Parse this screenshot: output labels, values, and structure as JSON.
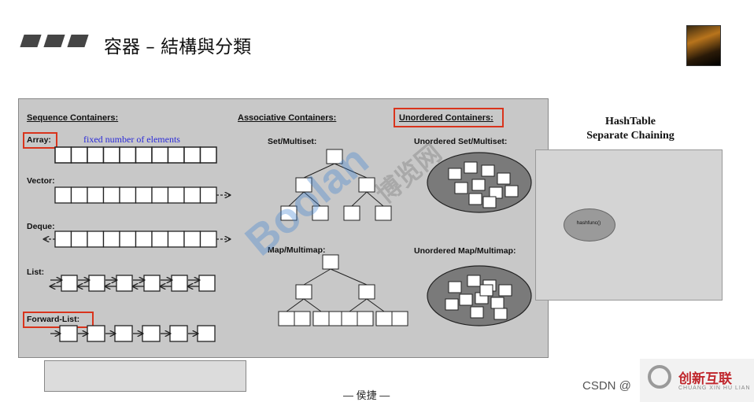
{
  "header": {
    "title": "容器 – 結構與分類"
  },
  "panel": {
    "sequence_heading": "Sequence Containers:",
    "associative_heading": "Associative Containers:",
    "unordered_heading": "Unordered Containers:",
    "array_label": "Array:",
    "array_note": "fixed number of elements",
    "vector_label": "Vector:",
    "deque_label": "Deque:",
    "list_label": "List:",
    "forward_list_label": "Forward-List:",
    "set_label": "Set/Multiset:",
    "map_label": "Map/Multimap:",
    "unordered_set_label": "Unordered Set/Multiset:",
    "unordered_map_label": "Unordered Map/Multimap:"
  },
  "hashtable": {
    "title_line1": "HashTable",
    "title_line2": "Separate Chaining",
    "hashfunc_label": "hashfunc()"
  },
  "watermark": {
    "main": "Boolan",
    "cn": "博览网"
  },
  "footer": {
    "caption": "— 侯捷 —",
    "csdn": "CSDN @",
    "logo": "创新互联",
    "logo_sub": "CHUANG XIN HU LIAN"
  },
  "colors": {
    "highlight_box": "#d9341c",
    "note_text": "#2b2bd8",
    "panel_bg": "#c8c8c8",
    "logo_red": "#c0272d"
  }
}
